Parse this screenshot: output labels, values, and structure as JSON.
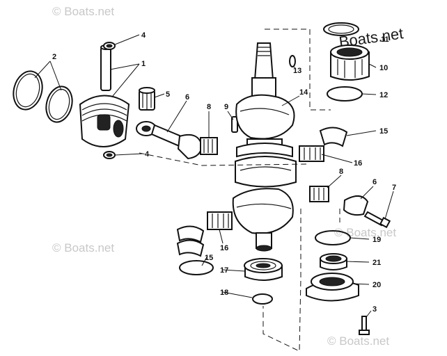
{
  "watermarks": [
    "© Boats.net",
    "© Boats.net",
    "© Boats.net",
    "© Boats.net",
    "Boats.net"
  ],
  "callouts": {
    "n1": "1",
    "n2": "2",
    "n3": "3",
    "n4a": "4",
    "n4b": "4",
    "n5": "5",
    "n6a": "6",
    "n6b": "6",
    "n7": "7",
    "n8a": "8",
    "n8b": "8",
    "n9": "9",
    "n10": "10",
    "n11": "11",
    "n12": "12",
    "n13": "13",
    "n14": "14",
    "n15a": "15",
    "n15b": "15",
    "n16a": "16",
    "n16b": "16",
    "n17": "17",
    "n18": "18",
    "n19": "19",
    "n20": "20",
    "n21": "21"
  }
}
